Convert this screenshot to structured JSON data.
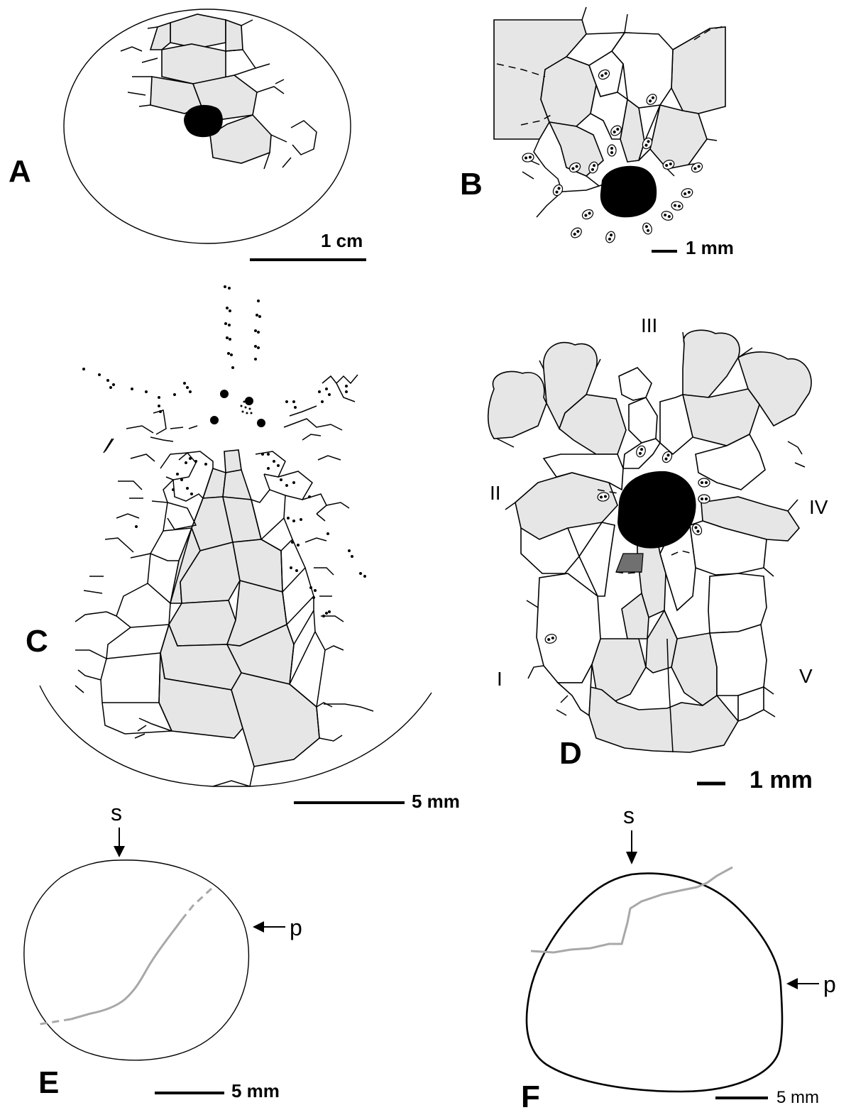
{
  "panels": [
    {
      "label": "A",
      "scale_text": "1 cm"
    },
    {
      "label": "B",
      "scale_text": "1 mm"
    },
    {
      "label": "C",
      "scale_text": "5 mm"
    },
    {
      "label": "D",
      "scale_text": "1 mm",
      "ambulacra": [
        "I",
        "II",
        "III",
        "IV",
        "V"
      ]
    },
    {
      "label": "E",
      "scale_text": "5 mm",
      "arrow_s": "s",
      "arrow_p": "p"
    },
    {
      "label": "F",
      "scale_text": "5 mm",
      "arrow_s": "s",
      "arrow_p": "p"
    }
  ],
  "colors": {
    "plate_fill": "#e6e6e6",
    "apical_disc": "#000000",
    "suture": "#a8a8a8",
    "genital_plate_dark": "#707070"
  }
}
